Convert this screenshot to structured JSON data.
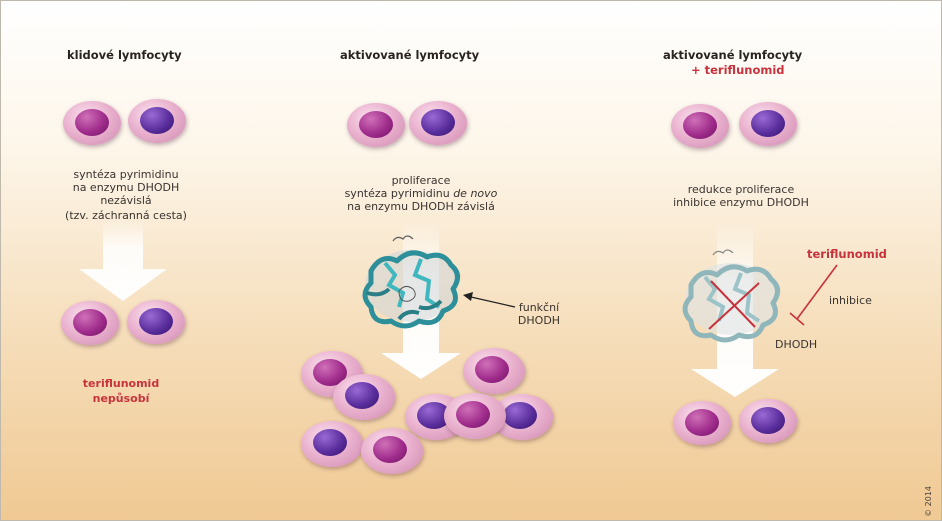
{
  "columns": {
    "resting": {
      "title": "klidové lymfocyty",
      "description": [
        "syntéza pyrimidinu",
        "na enzymu DHODH",
        "nezávislá",
        "(tzv. záchranná cesta)"
      ],
      "result_line1": "teriflunomid",
      "result_line2": "nepůsobí"
    },
    "activated": {
      "title": "aktivované lymfocyty",
      "description_line1": "proliferace",
      "description_line2_a": "syntéza pyrimidinu ",
      "description_line2_b": "de novo",
      "description_line3": "na enzymu DHODH závislá",
      "enzyme_label": [
        "funkční",
        "DHODH"
      ]
    },
    "treated": {
      "title": "aktivované lymfocyty",
      "title_drug": "+ teriflunomid",
      "description": [
        "redukce proliferace",
        "inhibice enzymu DHODH"
      ],
      "drug_label": "teriflunomid",
      "inhibition_label": "inhibice",
      "enzyme_label": "DHODH"
    }
  },
  "signature": "© 2014",
  "colors": {
    "drug_red": "#c8323c",
    "cell_membrane": "#e5a9c9",
    "nucleus_magenta": "#a02d8c",
    "nucleus_purple": "#5b2f9e",
    "protein_teal": "#3aa8b0"
  }
}
